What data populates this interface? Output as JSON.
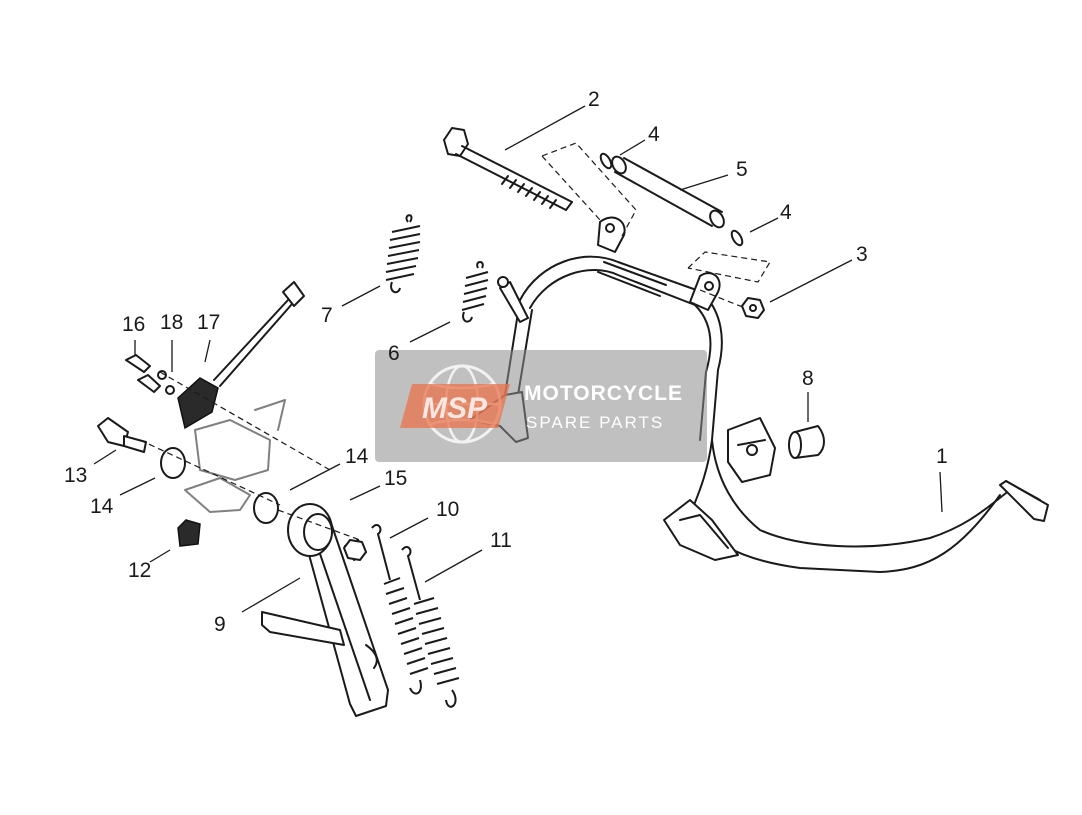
{
  "callouts": {
    "c1": "1",
    "c2": "2",
    "c3": "3",
    "c4a": "4",
    "c4b": "4",
    "c5": "5",
    "c6": "6",
    "c7": "7",
    "c8": "8",
    "c9": "9",
    "c10": "10",
    "c11": "11",
    "c12": "12",
    "c13": "13",
    "c14a": "14",
    "c14b": "14",
    "c15": "15",
    "c16": "16",
    "c17": "17",
    "c18": "18"
  },
  "watermark": {
    "logo": "MSP",
    "title": "MOTORCYCLE",
    "subtitle": "SPARE PARTS",
    "badge_color": "#e8734a",
    "panel_color": "#8c8c8c"
  }
}
